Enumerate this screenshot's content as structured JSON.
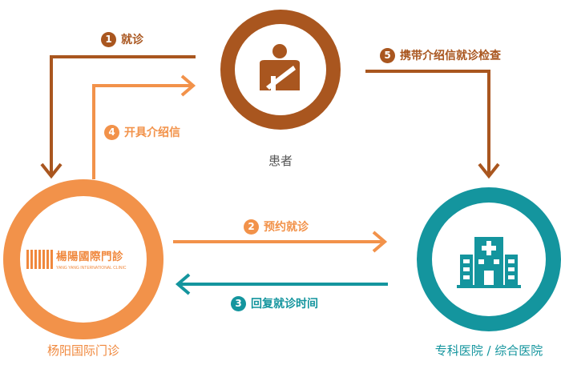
{
  "colors": {
    "brown": "#a9561f",
    "orange": "#f2924a",
    "teal": "#14959e",
    "node_text_orange": "#f0883d",
    "node_text_teal": "#14959e",
    "node_text_patient": "#555555"
  },
  "nodes": {
    "patient": {
      "name": "患者",
      "icon": "patient-icon"
    },
    "clinic": {
      "name": "杨阳国际门诊",
      "logo_cn": "楊陽國際門診",
      "logo_en": "YANG YANG INTERNATIONAL CLINIC",
      "icon": "clinic-logo-icon"
    },
    "hospital": {
      "name": "专科医院 / 综合医院",
      "icon": "hospital-icon"
    }
  },
  "steps": [
    {
      "num": "1",
      "label": "就诊"
    },
    {
      "num": "2",
      "label": "预约就诊"
    },
    {
      "num": "3",
      "label": "回复就诊时间"
    },
    {
      "num": "4",
      "label": "开具介绍信"
    },
    {
      "num": "5",
      "label": "携带介绍信就诊检查"
    }
  ]
}
